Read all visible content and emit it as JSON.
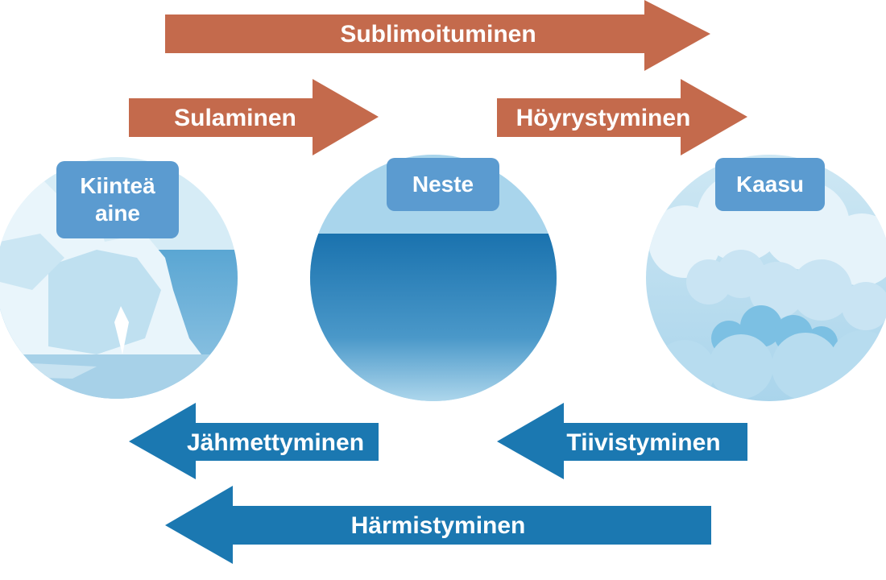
{
  "colors": {
    "forward_arrow": "#c46a4c",
    "backward_arrow": "#1b78b1",
    "label_box": "#5b9bd0",
    "text": "#ffffff"
  },
  "states": {
    "solid": "Kiinteä\naine",
    "liquid": "Neste",
    "gas": "Kaasu"
  },
  "arrows": {
    "sublimation": "Sublimoituminen",
    "melting": "Sulaminen",
    "vaporization": "Höyrystyminen",
    "freezing": "Jähmettyminen",
    "condensation": "Tiivistyminen",
    "deposition": "Härmistyminen"
  }
}
